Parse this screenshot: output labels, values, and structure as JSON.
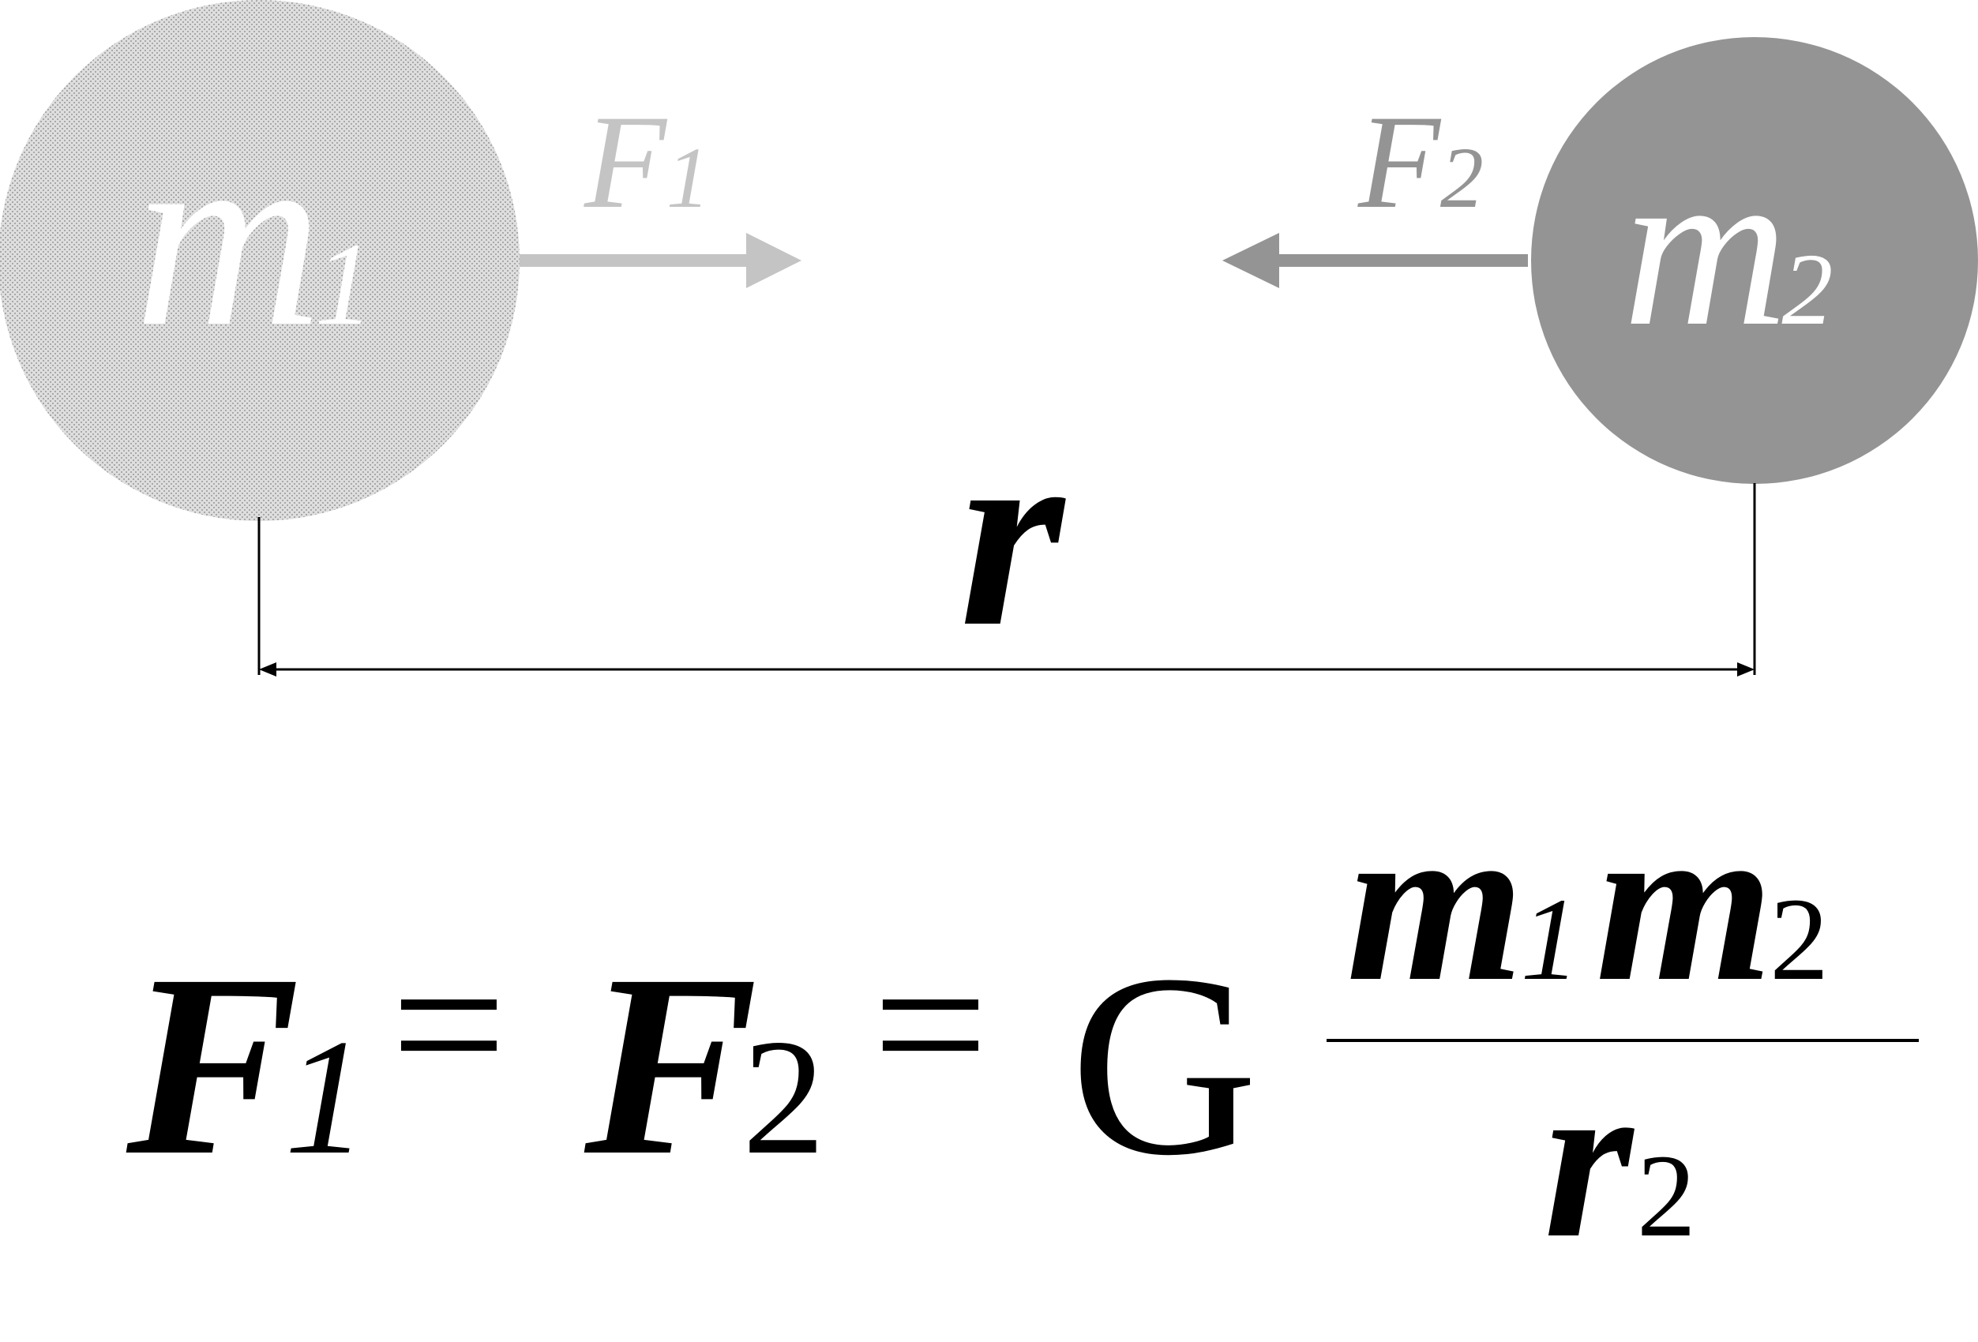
{
  "bodies": {
    "m1": {
      "symbol": "m",
      "subscript": "1",
      "fill": "#d6d6d6",
      "label_color": "#ffffff"
    },
    "m2": {
      "symbol": "m",
      "subscript": "2",
      "fill": "#949494",
      "label_color": "#ffffff"
    }
  },
  "forces": {
    "f1": {
      "symbol": "F",
      "subscript": "1",
      "color": "#c4c4c4"
    },
    "f2": {
      "symbol": "F",
      "subscript": "2",
      "color": "#949494"
    }
  },
  "distance": {
    "symbol": "r"
  },
  "formula": {
    "lhs1_symbol": "F",
    "lhs1_subscript": "1",
    "equals1": "=",
    "lhs2_symbol": "F",
    "lhs2_subscript": "2",
    "equals2": "=",
    "constant": "G",
    "numerator_m1_symbol": "m",
    "numerator_m1_subscript": "1",
    "numerator_m2_symbol": "m",
    "numerator_m2_subscript": "2",
    "denominator_symbol": "r",
    "denominator_exponent": "2"
  },
  "colors": {
    "ink": "#000000",
    "background": "#ffffff"
  }
}
